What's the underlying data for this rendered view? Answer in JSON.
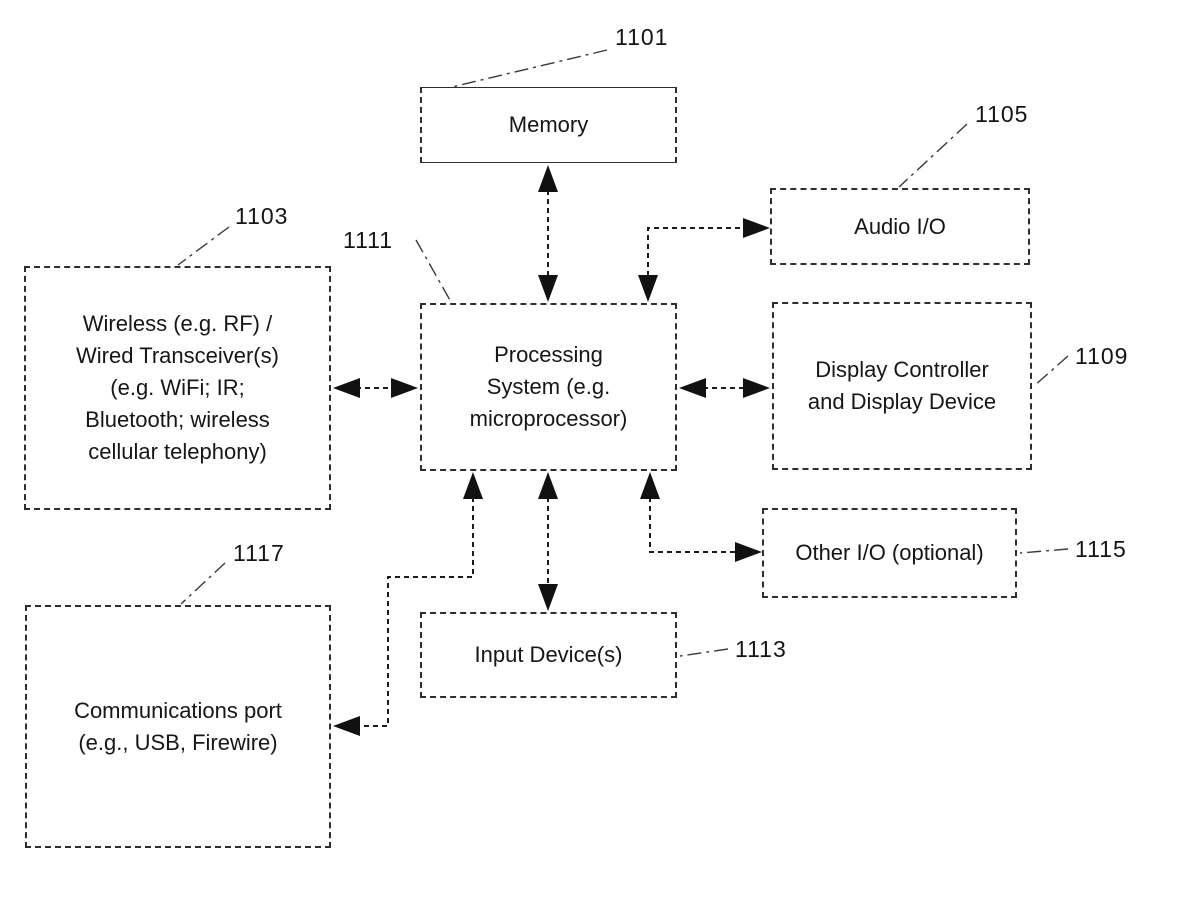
{
  "figure": {
    "type": "patent-block-diagram",
    "background_color": "#ffffff",
    "ink_color": "#1b1b1b",
    "blocks": [
      {
        "id": "memory",
        "label": "Memory",
        "ref": "1101"
      },
      {
        "id": "audio-io",
        "label": "Audio I/O",
        "ref": "1105"
      },
      {
        "id": "wireless-wired-transceivers",
        "label": "Wireless (e.g. RF) /\nWired Transceiver(s)\n(e.g. WiFi; IR;\nBluetooth; wireless\ncellular telephony)",
        "ref": "1103"
      },
      {
        "id": "processing-system",
        "label": "Processing\nSystem (e.g.\nmicroprocessor)",
        "ref": "1111"
      },
      {
        "id": "display-controller-and-display-device",
        "label": "Display Controller\nand Display Device",
        "ref": "1109"
      },
      {
        "id": "other-io",
        "label": "Other I/O (optional)",
        "ref": "1115"
      },
      {
        "id": "input-devices",
        "label": "Input Device(s)",
        "ref": "1113"
      },
      {
        "id": "communications-port",
        "label": "Communications port\n(e.g., USB, Firewire)",
        "ref": "1117"
      }
    ],
    "connections": [
      {
        "from": "memory",
        "to": "processing-system",
        "direction": "bidirectional",
        "style": "dashed"
      },
      {
        "from": "processing-system",
        "to": "audio-io",
        "direction": "bidirectional",
        "style": "dashed-elbow"
      },
      {
        "from": "wireless-wired-transceivers",
        "to": "processing-system",
        "direction": "bidirectional",
        "style": "dashed"
      },
      {
        "from": "processing-system",
        "to": "display-controller-and-display-device",
        "direction": "bidirectional",
        "style": "dashed"
      },
      {
        "from": "processing-system",
        "to": "input-devices",
        "direction": "bidirectional",
        "style": "dashed"
      },
      {
        "from": "processing-system",
        "to": "other-io",
        "direction": "bidirectional",
        "style": "dashed-elbow"
      },
      {
        "from": "processing-system",
        "to": "communications-port",
        "direction": "bidirectional",
        "style": "dashed-elbow"
      }
    ]
  }
}
